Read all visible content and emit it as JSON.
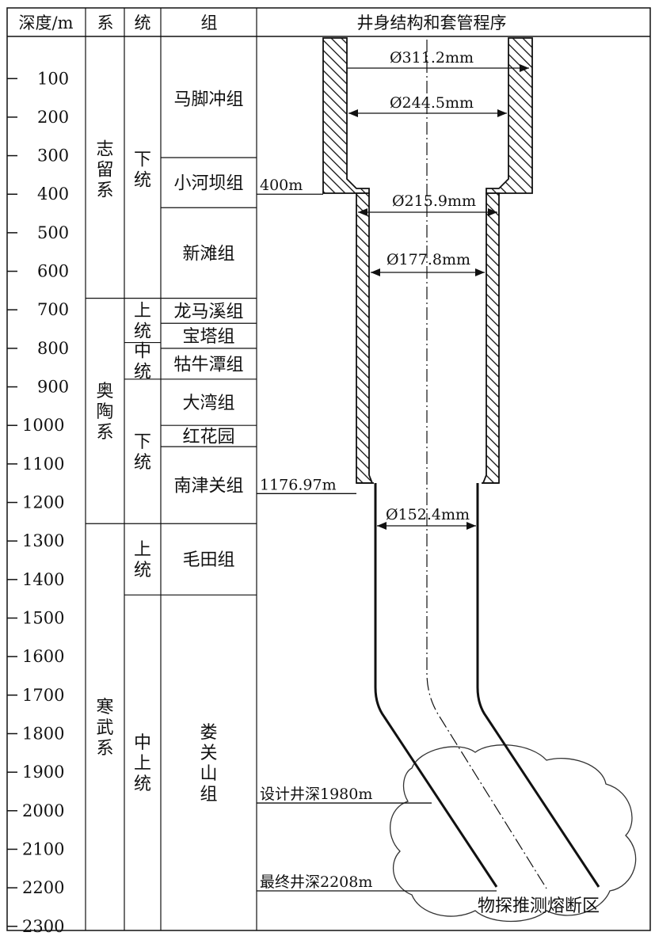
{
  "headers": {
    "depth": "深度/m",
    "system": "系",
    "series": "统",
    "formation": "组",
    "structure": "井身结构和套管程序"
  },
  "depth_ticks": [
    "100",
    "200",
    "300",
    "400",
    "500",
    "600",
    "700",
    "800",
    "900",
    "1000",
    "1100",
    "1200",
    "1300",
    "1400",
    "1500",
    "1600",
    "1700",
    "1800",
    "1900",
    "2000",
    "2100",
    "2200",
    "2300"
  ],
  "systems": [
    {
      "label": "志\n留\n系",
      "top_m": 0,
      "bottom_m": 670
    },
    {
      "label": "奥\n陶\n系",
      "top_m": 670,
      "bottom_m": 1255
    },
    {
      "label": "寒\n武\n系",
      "top_m": 1255,
      "bottom_m": 2330
    }
  ],
  "series": [
    {
      "label": "下\n统",
      "top_m": 0,
      "bottom_m": 670
    },
    {
      "label": "上\n统",
      "top_m": 670,
      "bottom_m": 785
    },
    {
      "label": "中\n统",
      "top_m": 785,
      "bottom_m": 880
    },
    {
      "label": "下\n统",
      "top_m": 880,
      "bottom_m": 1255
    },
    {
      "label": "上\n统",
      "top_m": 1255,
      "bottom_m": 1440
    },
    {
      "label": "中\n上\n统",
      "top_m": 1440,
      "bottom_m": 2330
    }
  ],
  "formations": [
    {
      "label": "马脚冲组",
      "top_m": 0,
      "bottom_m": 305
    },
    {
      "label": "小河坝组",
      "top_m": 305,
      "bottom_m": 435
    },
    {
      "label": "新滩组",
      "top_m": 435,
      "bottom_m": 670
    },
    {
      "label": "龙马溪组",
      "top_m": 670,
      "bottom_m": 735
    },
    {
      "label": "宝塔组",
      "top_m": 735,
      "bottom_m": 800
    },
    {
      "label": "牯牛潭组",
      "top_m": 800,
      "bottom_m": 880
    },
    {
      "label": "大湾组",
      "top_m": 880,
      "bottom_m": 1000
    },
    {
      "label": "红花园",
      "top_m": 1000,
      "bottom_m": 1055
    },
    {
      "label": "南津关组",
      "top_m": 1055,
      "bottom_m": 1255
    },
    {
      "label": "毛田组",
      "top_m": 1255,
      "bottom_m": 1440
    },
    {
      "label": "娄\n关\n山\n组",
      "top_m": 1440,
      "bottom_m": 2330
    }
  ],
  "casing_labels": {
    "d1": "Ø311.2mm",
    "d2": "Ø244.5mm",
    "d3": "Ø215.9mm",
    "d4": "Ø177.8mm",
    "d5": "Ø152.4mm"
  },
  "depth_marks": [
    {
      "label": "400m",
      "depth_m": 400
    },
    {
      "label": "1176.97m",
      "depth_m": 1176.97
    },
    {
      "label": "设计井深1980m",
      "depth_m": 1980
    },
    {
      "label": "最终井深2208m",
      "depth_m": 2208
    }
  ],
  "fault_zone_label": "物探推测熔断区"
}
